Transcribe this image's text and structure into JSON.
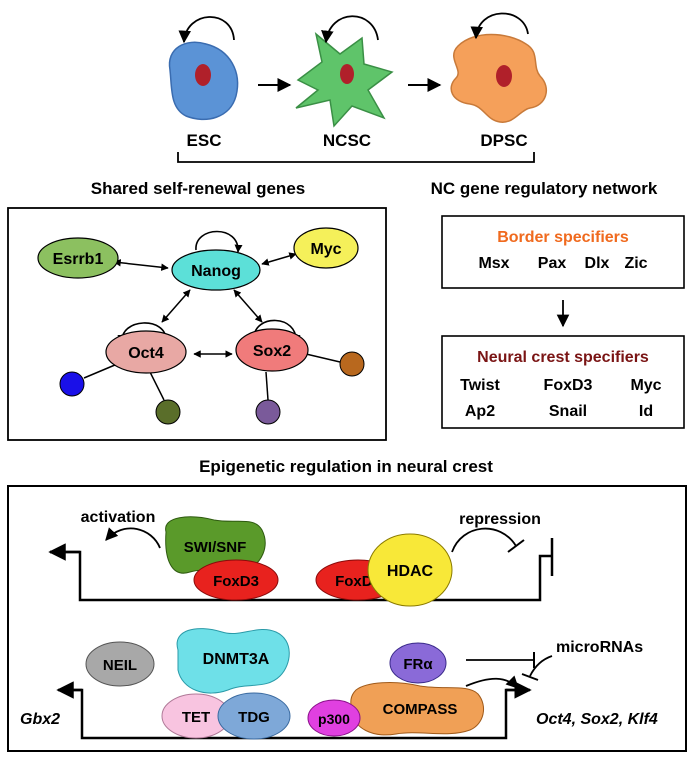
{
  "cells": {
    "esc": "ESC",
    "ncsc": "NCSC",
    "dpsc": "DPSC"
  },
  "shared": {
    "title": "Shared self-renewal genes",
    "nodes": {
      "esrrb1": "Esrrb1",
      "nanog": "Nanog",
      "myc": "Myc",
      "oct4": "Oct4",
      "sox2": "Sox2"
    }
  },
  "nc_network": {
    "title": "NC gene regulatory network",
    "border": {
      "title": "Border specifiers",
      "genes": [
        "Msx",
        "Pax",
        "Dlx",
        "Zic"
      ]
    },
    "neural_crest": {
      "title": "Neural crest specifiers",
      "genes_row1": [
        "Twist",
        "FoxD3",
        "Myc"
      ],
      "genes_row2": [
        "Ap2",
        "Snail",
        "Id"
      ]
    }
  },
  "epigenetic": {
    "title": "Epigenetic regulation in neural crest",
    "activation": "activation",
    "repression": "repression",
    "swi_snf": "SWI/SNF",
    "foxd3": "FoxD3",
    "hdac": "HDAC",
    "neil": "NEIL",
    "dnmt3a": "DNMT3A",
    "tet": "TET",
    "tdg": "TDG",
    "fra": "FRα",
    "p300": "p300",
    "compass": "COMPASS",
    "micrornas": "microRNAs",
    "gbx2": "Gbx2",
    "targets": "Oct4, Sox2, Klf4"
  },
  "colors": {
    "esc": "#5b93d6",
    "ncsc": "#5fc46a",
    "dpsc": "#f5a05a",
    "nucleus": "#b0202a",
    "esrrb1": "#8cc060",
    "nanog": "#5ce0d8",
    "myc": "#f5f05a",
    "oct4": "#e8a8a4",
    "sox2": "#f07b7b",
    "border_title": "#f06a1e",
    "nc_title": "#7a1414",
    "swi_snf": "#5a9a2a",
    "foxd3": "#e8221e",
    "hdac": "#f8e838",
    "neil": "#a8a8a8",
    "dnmt3a": "#6ee0e8",
    "tet": "#f8c4e0",
    "tdg": "#7ea8d8",
    "fra": "#8a6ad8",
    "p300": "#e040e0",
    "compass": "#f0a056"
  }
}
